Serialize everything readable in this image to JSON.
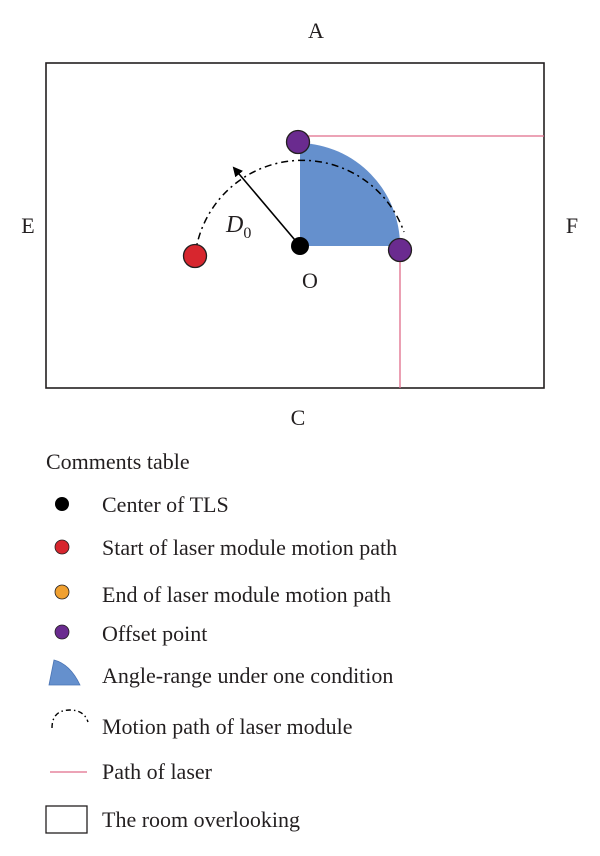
{
  "walls": {
    "top": "A",
    "left": "E",
    "right": "F",
    "bottom": "C"
  },
  "center_label": "O",
  "radius_label": {
    "main": "D",
    "sub": "0"
  },
  "legend": {
    "title": "Comments table",
    "items": [
      {
        "name": "center-of-tls",
        "icon": "black-dot-icon",
        "label": "Center of TLS",
        "color": "#000000"
      },
      {
        "name": "start-point",
        "icon": "red-dot-icon",
        "label": "Start of laser module motion path",
        "color": "#d7262e"
      },
      {
        "name": "end-point",
        "icon": "orange-dot-icon",
        "label": "End of laser module motion path",
        "color": "#f0a030"
      },
      {
        "name": "offset-point",
        "icon": "purple-dot-icon",
        "label": "Offset point",
        "color": "#6a2b8f"
      },
      {
        "name": "angle-range",
        "icon": "blue-sector-icon",
        "label": "Angle-range under one condition",
        "color": "#6590cd"
      },
      {
        "name": "motion-path",
        "icon": "dashdot-arc-icon",
        "label": "Motion path of laser module",
        "color": "#000000"
      },
      {
        "name": "laser-path",
        "icon": "pink-line-icon",
        "label": "Path of laser",
        "color": "#e06c8a"
      },
      {
        "name": "room",
        "icon": "rectangle-icon",
        "label": "The room overlooking",
        "color": "#231f20"
      }
    ]
  }
}
